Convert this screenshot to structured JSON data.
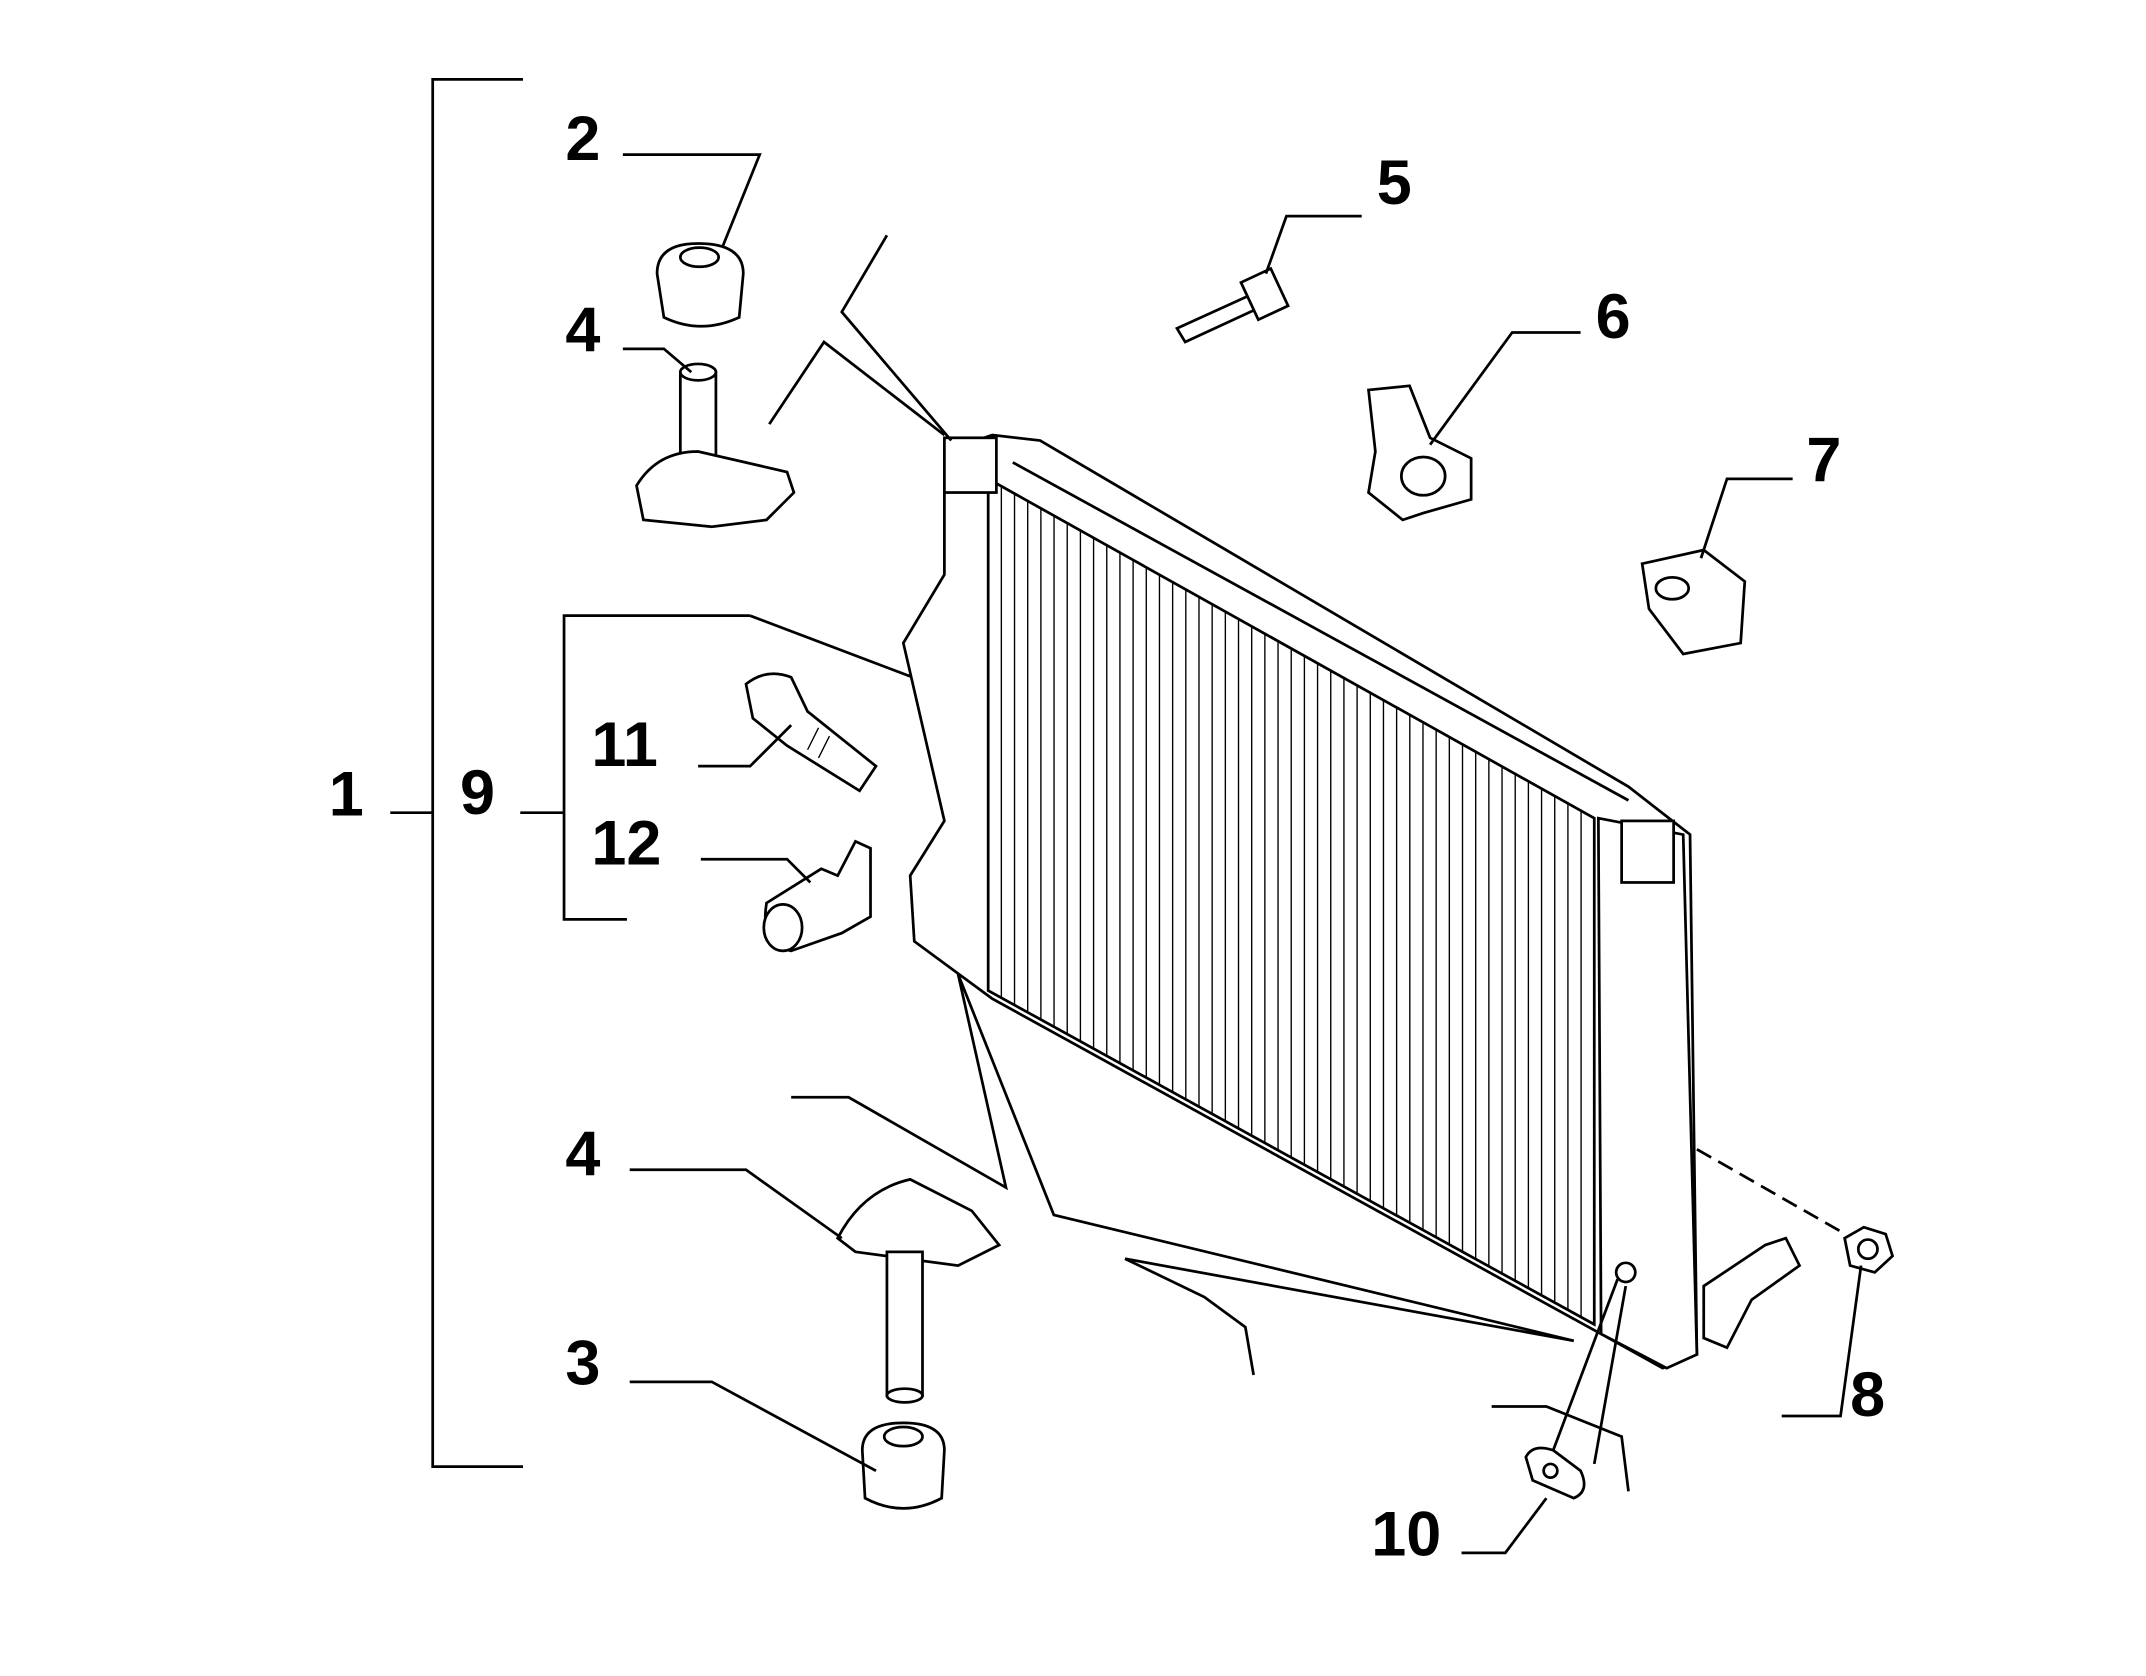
{
  "diagram": {
    "callouts": {
      "c1": "1",
      "c2": "2",
      "c3": "3",
      "c4a": "4",
      "c4b": "4",
      "c5": "5",
      "c6": "6",
      "c7": "7",
      "c8": "8",
      "c9": "9",
      "c10": "10",
      "c11": "11",
      "c12": "12"
    },
    "line_color": "#000000",
    "background": "#ffffff"
  }
}
